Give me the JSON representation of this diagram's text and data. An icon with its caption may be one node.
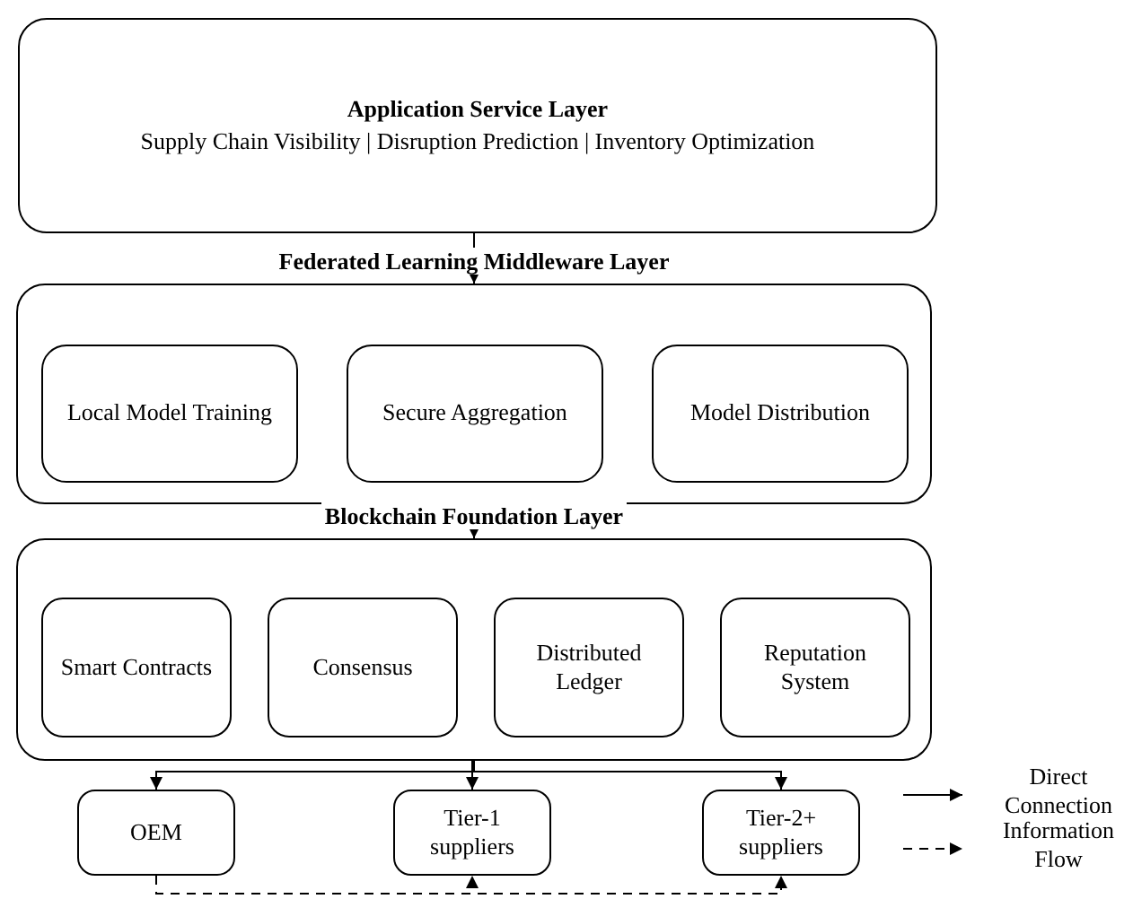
{
  "diagram": {
    "nodes": [
      {
        "text": [
          "Application Service Layer",
          "Supply Chain Visibility | Disruption Prediction | Inventory Optimization"
        ]
      },
      {
        "text": [
          "Federated Learning Middleware Layer"
        ]
      },
      {
        "text": [
          "Local Model Training"
        ],
        "in": 1
      },
      {
        "text": [
          "Secure Aggregation"
        ],
        "in": 1
      },
      {
        "text": [
          "Model Distribution"
        ],
        "in": 1
      },
      {
        "text": [
          "Blockchain Foundation Layer"
        ]
      },
      {
        "text": [
          "Smart Contracts"
        ],
        "in": 5
      },
      {
        "text": [
          "Consensus"
        ],
        "in": 5
      },
      {
        "text": [
          "Distributed Ledger"
        ],
        "in": 5
      },
      {
        "text": [
          "Reputation System"
        ],
        "in": 5
      },
      {
        "text": [
          "OEM"
        ]
      },
      {
        "text": [
          "Tier-1 suppliers"
        ]
      },
      {
        "text": [
          "Tier-2+ suppliers"
        ]
      }
    ],
    "edges": [
      {
        "from": 0,
        "to": 1,
        "arrow": "to"
      },
      {
        "from": 1,
        "to": 5,
        "arrow": "to"
      },
      {
        "from": 5,
        "to": 10,
        "arrow": "to"
      },
      {
        "from": 5,
        "to": 11,
        "arrow": "to"
      },
      {
        "from": 5,
        "to": 12,
        "arrow": "to"
      },
      {
        "from": 10,
        "to": 11,
        "arrow": "to",
        "style": "dashed"
      },
      {
        "from": 10,
        "to": 12,
        "arrow": "to",
        "style": "dashed"
      }
    ],
    "legend": [
      {
        "text": "Direct Connection"
      },
      {
        "text": "Information Flow"
      }
    ]
  }
}
